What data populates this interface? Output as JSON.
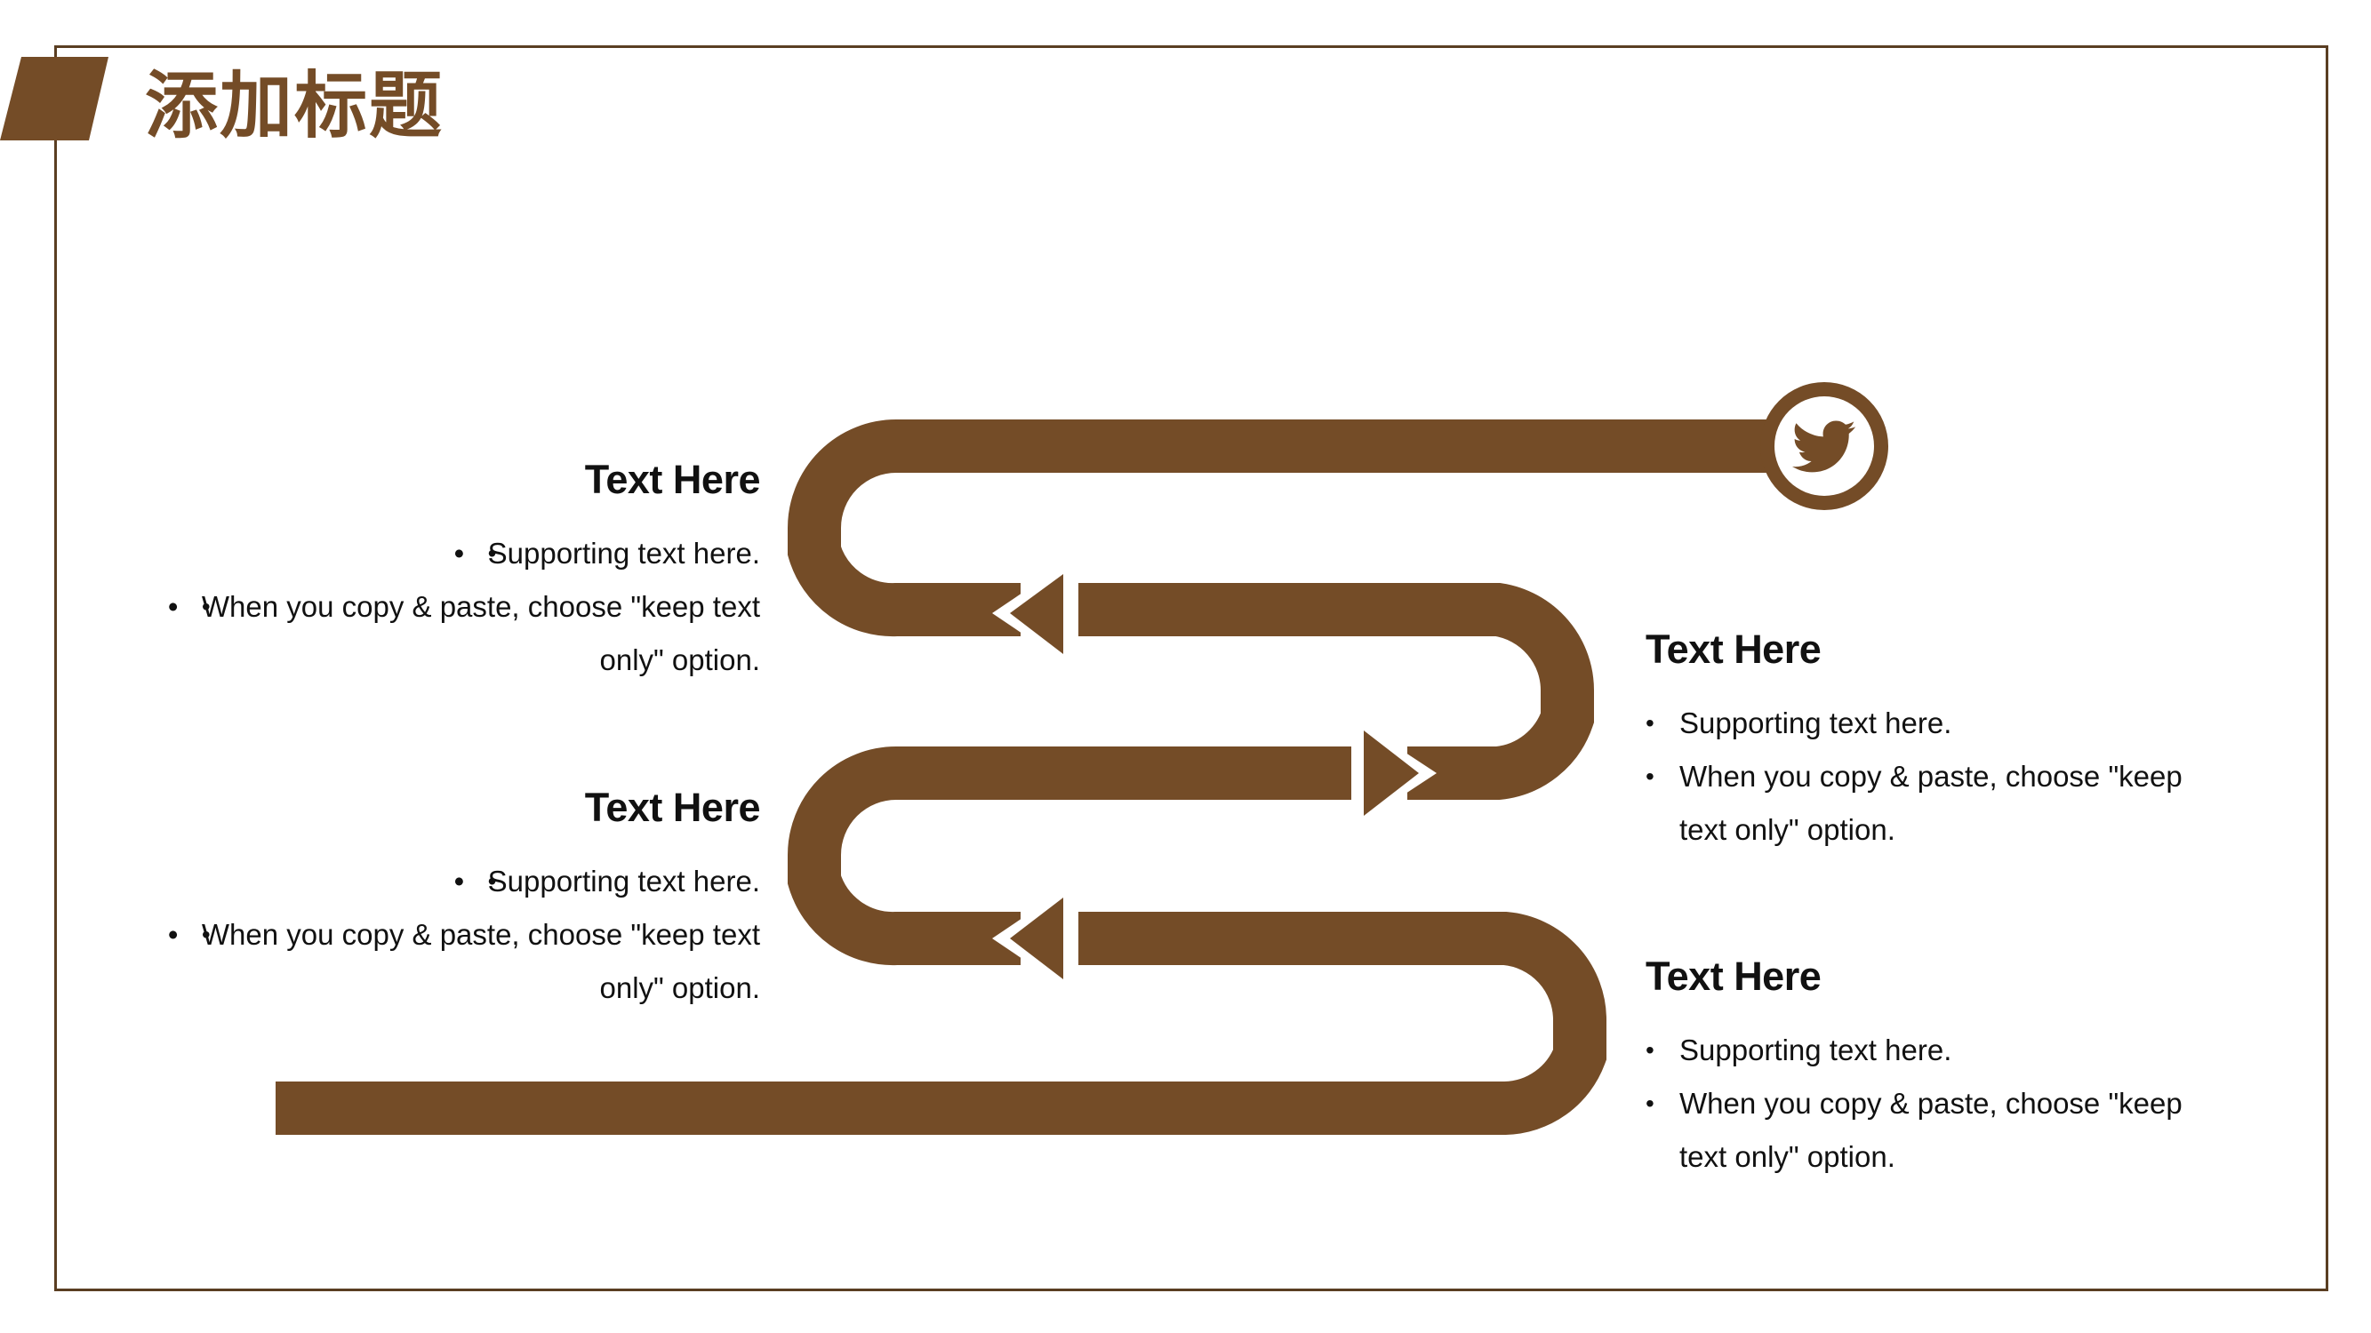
{
  "title": "添加标题",
  "colors": {
    "accent": "#744c27",
    "frame": "#5a3e22",
    "text": "#111111",
    "background": "#ffffff"
  },
  "icon": "twitter-bird-icon",
  "blocks": [
    {
      "heading": "Text Here",
      "bullets": [
        "Supporting text here.",
        "When you copy & paste, choose \"keep text only\" option."
      ]
    },
    {
      "heading": "Text Here",
      "bullets": [
        "Supporting text here.",
        "When you copy & paste, choose \"keep text only\" option."
      ]
    },
    {
      "heading": "Text Here",
      "bullets": [
        "Supporting text here.",
        "When you copy & paste, choose \"keep text only\" option."
      ]
    },
    {
      "heading": "Text Here",
      "bullets": [
        "Supporting text here.",
        "When you copy & paste, choose \"keep text only\" option."
      ]
    }
  ]
}
